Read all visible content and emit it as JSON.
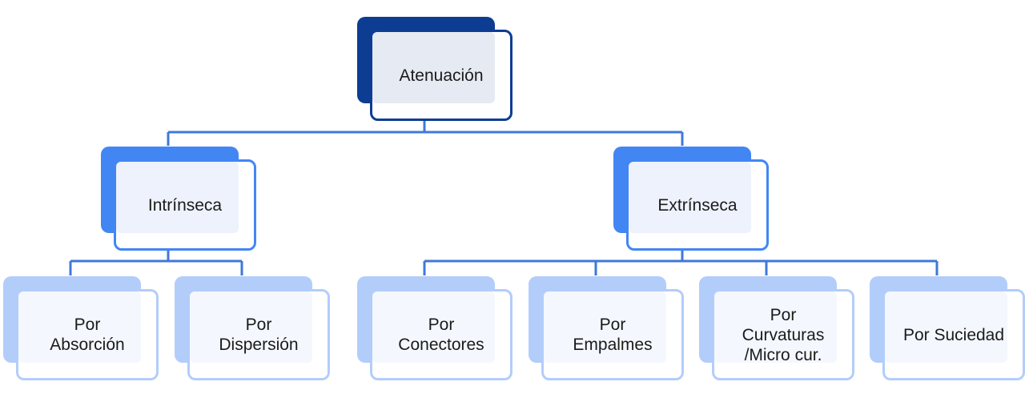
{
  "diagram": {
    "root": {
      "label": "Atenuación"
    },
    "branches": [
      {
        "label": "Intrínseca",
        "children": [
          {
            "label": "Por\nAbsorción"
          },
          {
            "label": "Por\nDispersión"
          }
        ]
      },
      {
        "label": "Extrínseca",
        "children": [
          {
            "label": "Por\nConectores"
          },
          {
            "label": "Por\nEmpalmes"
          },
          {
            "label": "Por\nCurvaturas\n/Micro cur."
          },
          {
            "label": "Por Suciedad"
          }
        ]
      }
    ]
  },
  "colors": {
    "root": "#0d3d93",
    "level1": "#4286f4",
    "level2": "#b3cdfb",
    "connector": "#3f78d8",
    "label_text": "#1b1b1b"
  }
}
